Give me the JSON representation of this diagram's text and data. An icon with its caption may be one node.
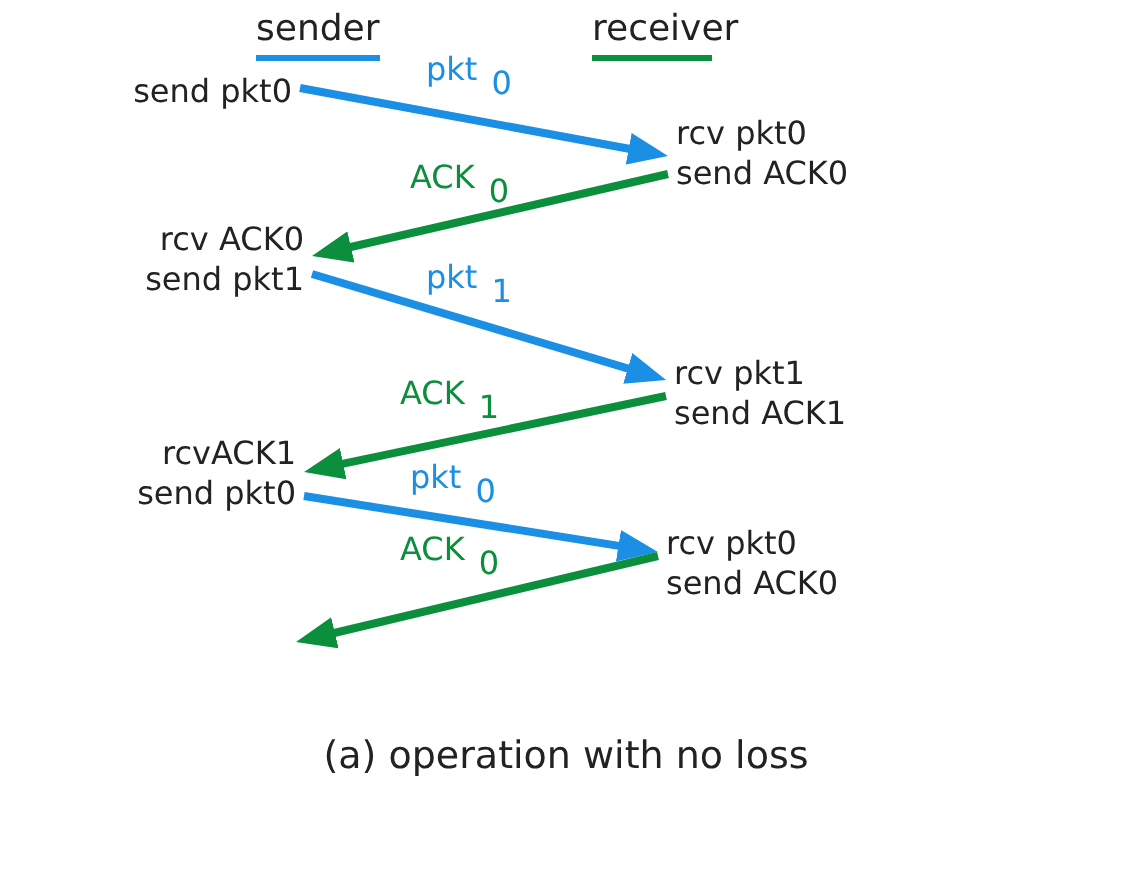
{
  "diagram": {
    "caption": "(a) operation with no loss",
    "nodes": [
      {
        "text": [
          "send pkt0"
        ]
      },
      {
        "text": [
          "rcv pkt0",
          "send ACK0"
        ]
      },
      {
        "text": [
          "rcv ACK0",
          "send pkt1"
        ]
      },
      {
        "text": [
          "rcv pkt1",
          "send ACK1"
        ]
      },
      {
        "text": [
          "rcvACK1",
          "send pkt0"
        ]
      },
      {
        "text": [
          "rcv pkt0",
          "send ACK0"
        ]
      }
    ],
    "edges": [
      {
        "from": 0,
        "to": 1,
        "arrow": "to",
        "label": "pkt$_{0}$",
        "color": "#1a8fe3"
      },
      {
        "from": 1,
        "to": 2,
        "arrow": "to",
        "label": "ACK$_{0}$",
        "color": "#0c8f3d"
      },
      {
        "from": 2,
        "to": 3,
        "arrow": "to",
        "label": "pkt$_{1}$",
        "color": "#1a8fe3"
      },
      {
        "from": 3,
        "to": 4,
        "arrow": "to",
        "label": "ACK$_{1}$",
        "color": "#0c8f3d"
      },
      {
        "from": 4,
        "to": 5,
        "arrow": "to",
        "label": "pkt$_{0}$",
        "color": "#1a8fe3"
      },
      {
        "from": 5,
        "to": null,
        "arrow": "to",
        "label": "ACK$_{0}$",
        "color": "#0c8f3d"
      }
    ],
    "labels": [
      "sender",
      "receiver"
    ]
  }
}
